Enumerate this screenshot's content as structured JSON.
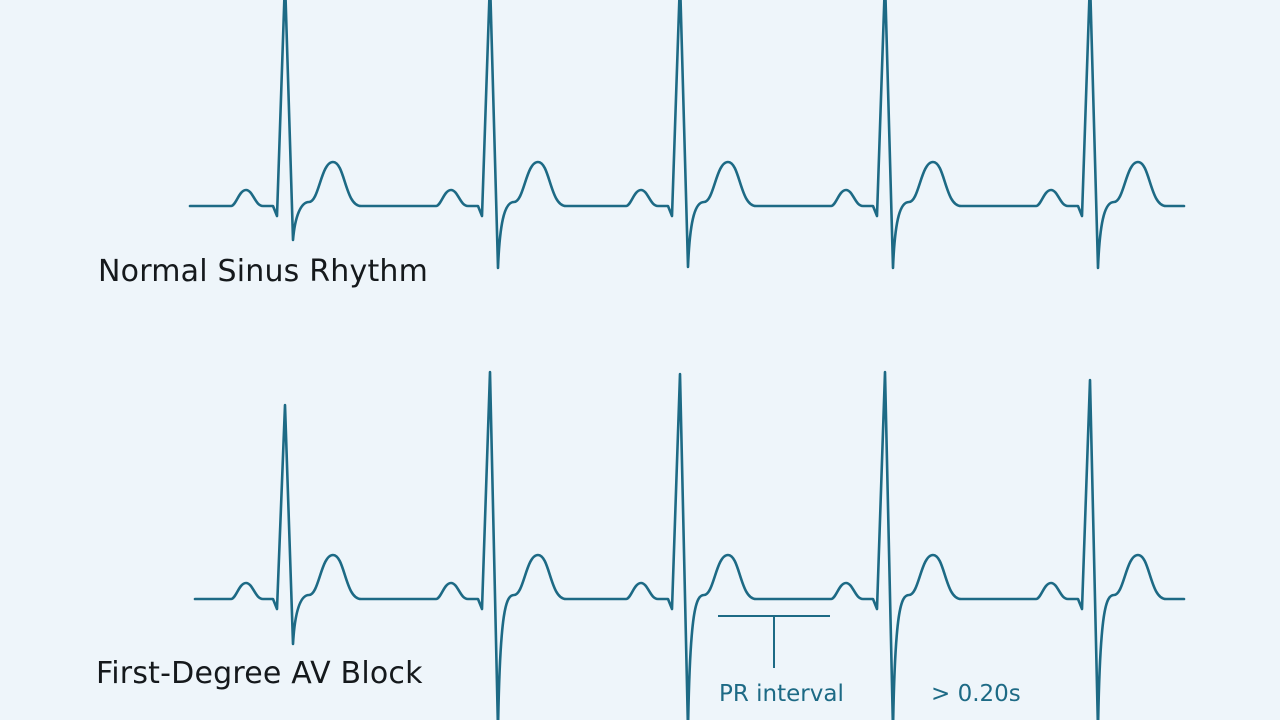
{
  "strips": [
    {
      "label": "Normal Sinus Rhythm",
      "rhythm": "normal-sinus",
      "beats": 5
    },
    {
      "label": "First-Degree AV Block",
      "rhythm": "first-degree-av-block",
      "beats": 5
    }
  ],
  "annotation": {
    "pr_interval_label": "PR interval",
    "threshold_label": "> 0.20s"
  },
  "colors": {
    "background": "#eef5fa",
    "trace": "#1d6a85",
    "label_text": "#15191c"
  }
}
